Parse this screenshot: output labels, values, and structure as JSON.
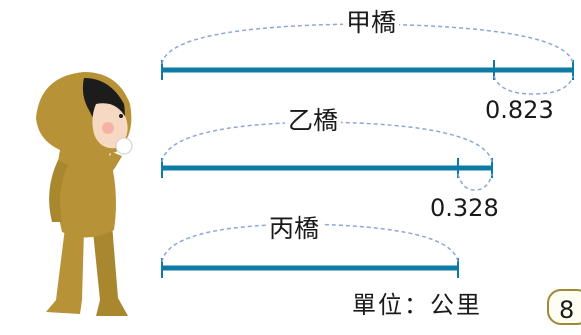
{
  "bridges": [
    {
      "name": "甲橋",
      "difference": "0.823"
    },
    {
      "name": "乙橋",
      "difference": "0.328"
    },
    {
      "name": "丙橋"
    }
  ],
  "unit_label": "單位：公里",
  "page_number": "8",
  "colors": {
    "bar": "#0e7aa6",
    "dash": "#8fa6d8",
    "figure": "#b28a2e",
    "badge": "#9a8a3a"
  },
  "icons": [
    "boy-figure"
  ]
}
